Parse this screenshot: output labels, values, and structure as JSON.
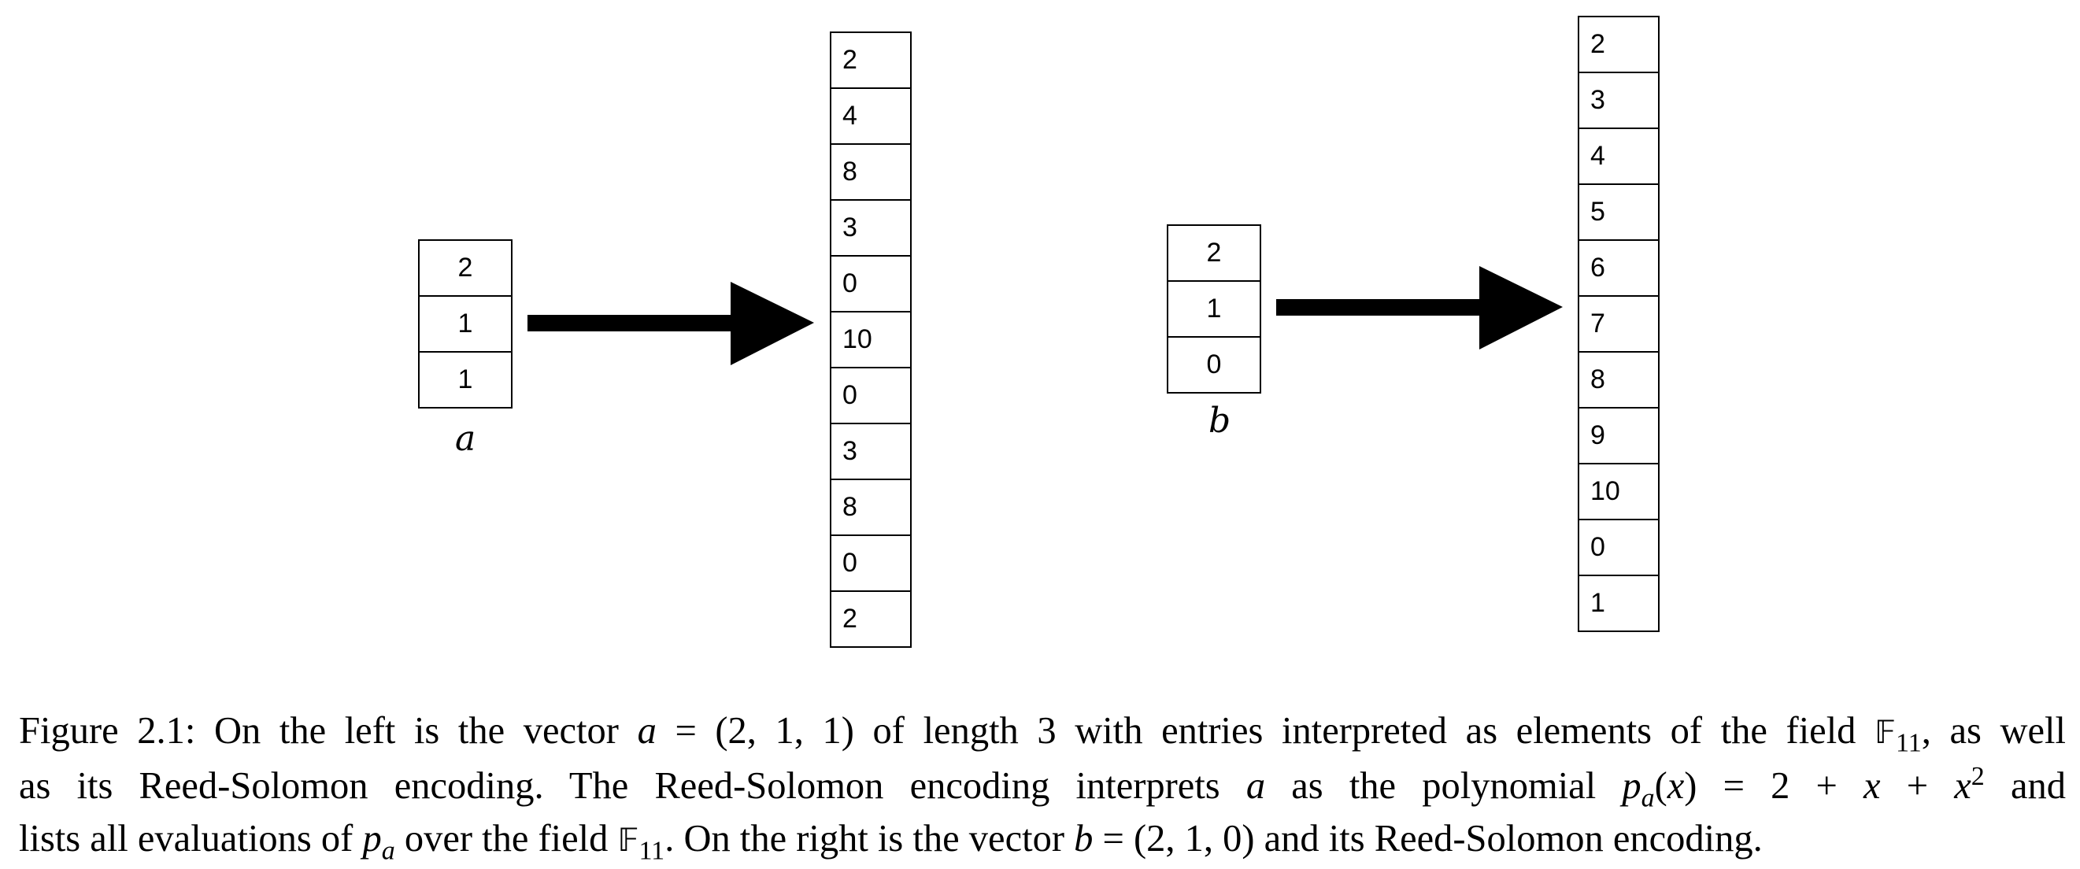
{
  "left": {
    "input": {
      "label": "a",
      "values": [
        "2",
        "1",
        "1"
      ]
    },
    "encoding": {
      "values": [
        "2",
        "4",
        "8",
        "3",
        "0",
        "10",
        "0",
        "3",
        "8",
        "0",
        "2"
      ]
    }
  },
  "right": {
    "input": {
      "label": "b",
      "values": [
        "2",
        "1",
        "0"
      ]
    },
    "encoding": {
      "values": [
        "2",
        "3",
        "4",
        "5",
        "6",
        "7",
        "8",
        "9",
        "10",
        "0",
        "1"
      ]
    }
  },
  "caption": {
    "line1": {
      "t1": "Figure 2.1: On the left is the vector ",
      "v_a": "a",
      "t2": " = (2, 1, 1) of length 3 with entries interpreted as elements of the field ",
      "F": "𝔽",
      "sub": "11",
      "t3": ", as well"
    },
    "line2": {
      "t1": "as its Reed-Solomon encoding.  The Reed-Solomon encoding interprets ",
      "v_a": "a",
      "t2": " as the polynomial ",
      "p": "p",
      "psub": "a",
      "t3": "(",
      "x1": "x",
      "t4": ") = 2 + ",
      "x2": "x",
      "t5": " + ",
      "x3": "x",
      "sup": "2",
      "t6": " and"
    },
    "line3": {
      "t1": "lists all evaluations of ",
      "p": "p",
      "psub": "a",
      "t2": " over the field ",
      "F": "𝔽",
      "sub": "11",
      "t3": ". On the right is the vector ",
      "v_b": "b",
      "t4": " = (2, 1, 0) and its Reed-Solomon encoding."
    }
  }
}
